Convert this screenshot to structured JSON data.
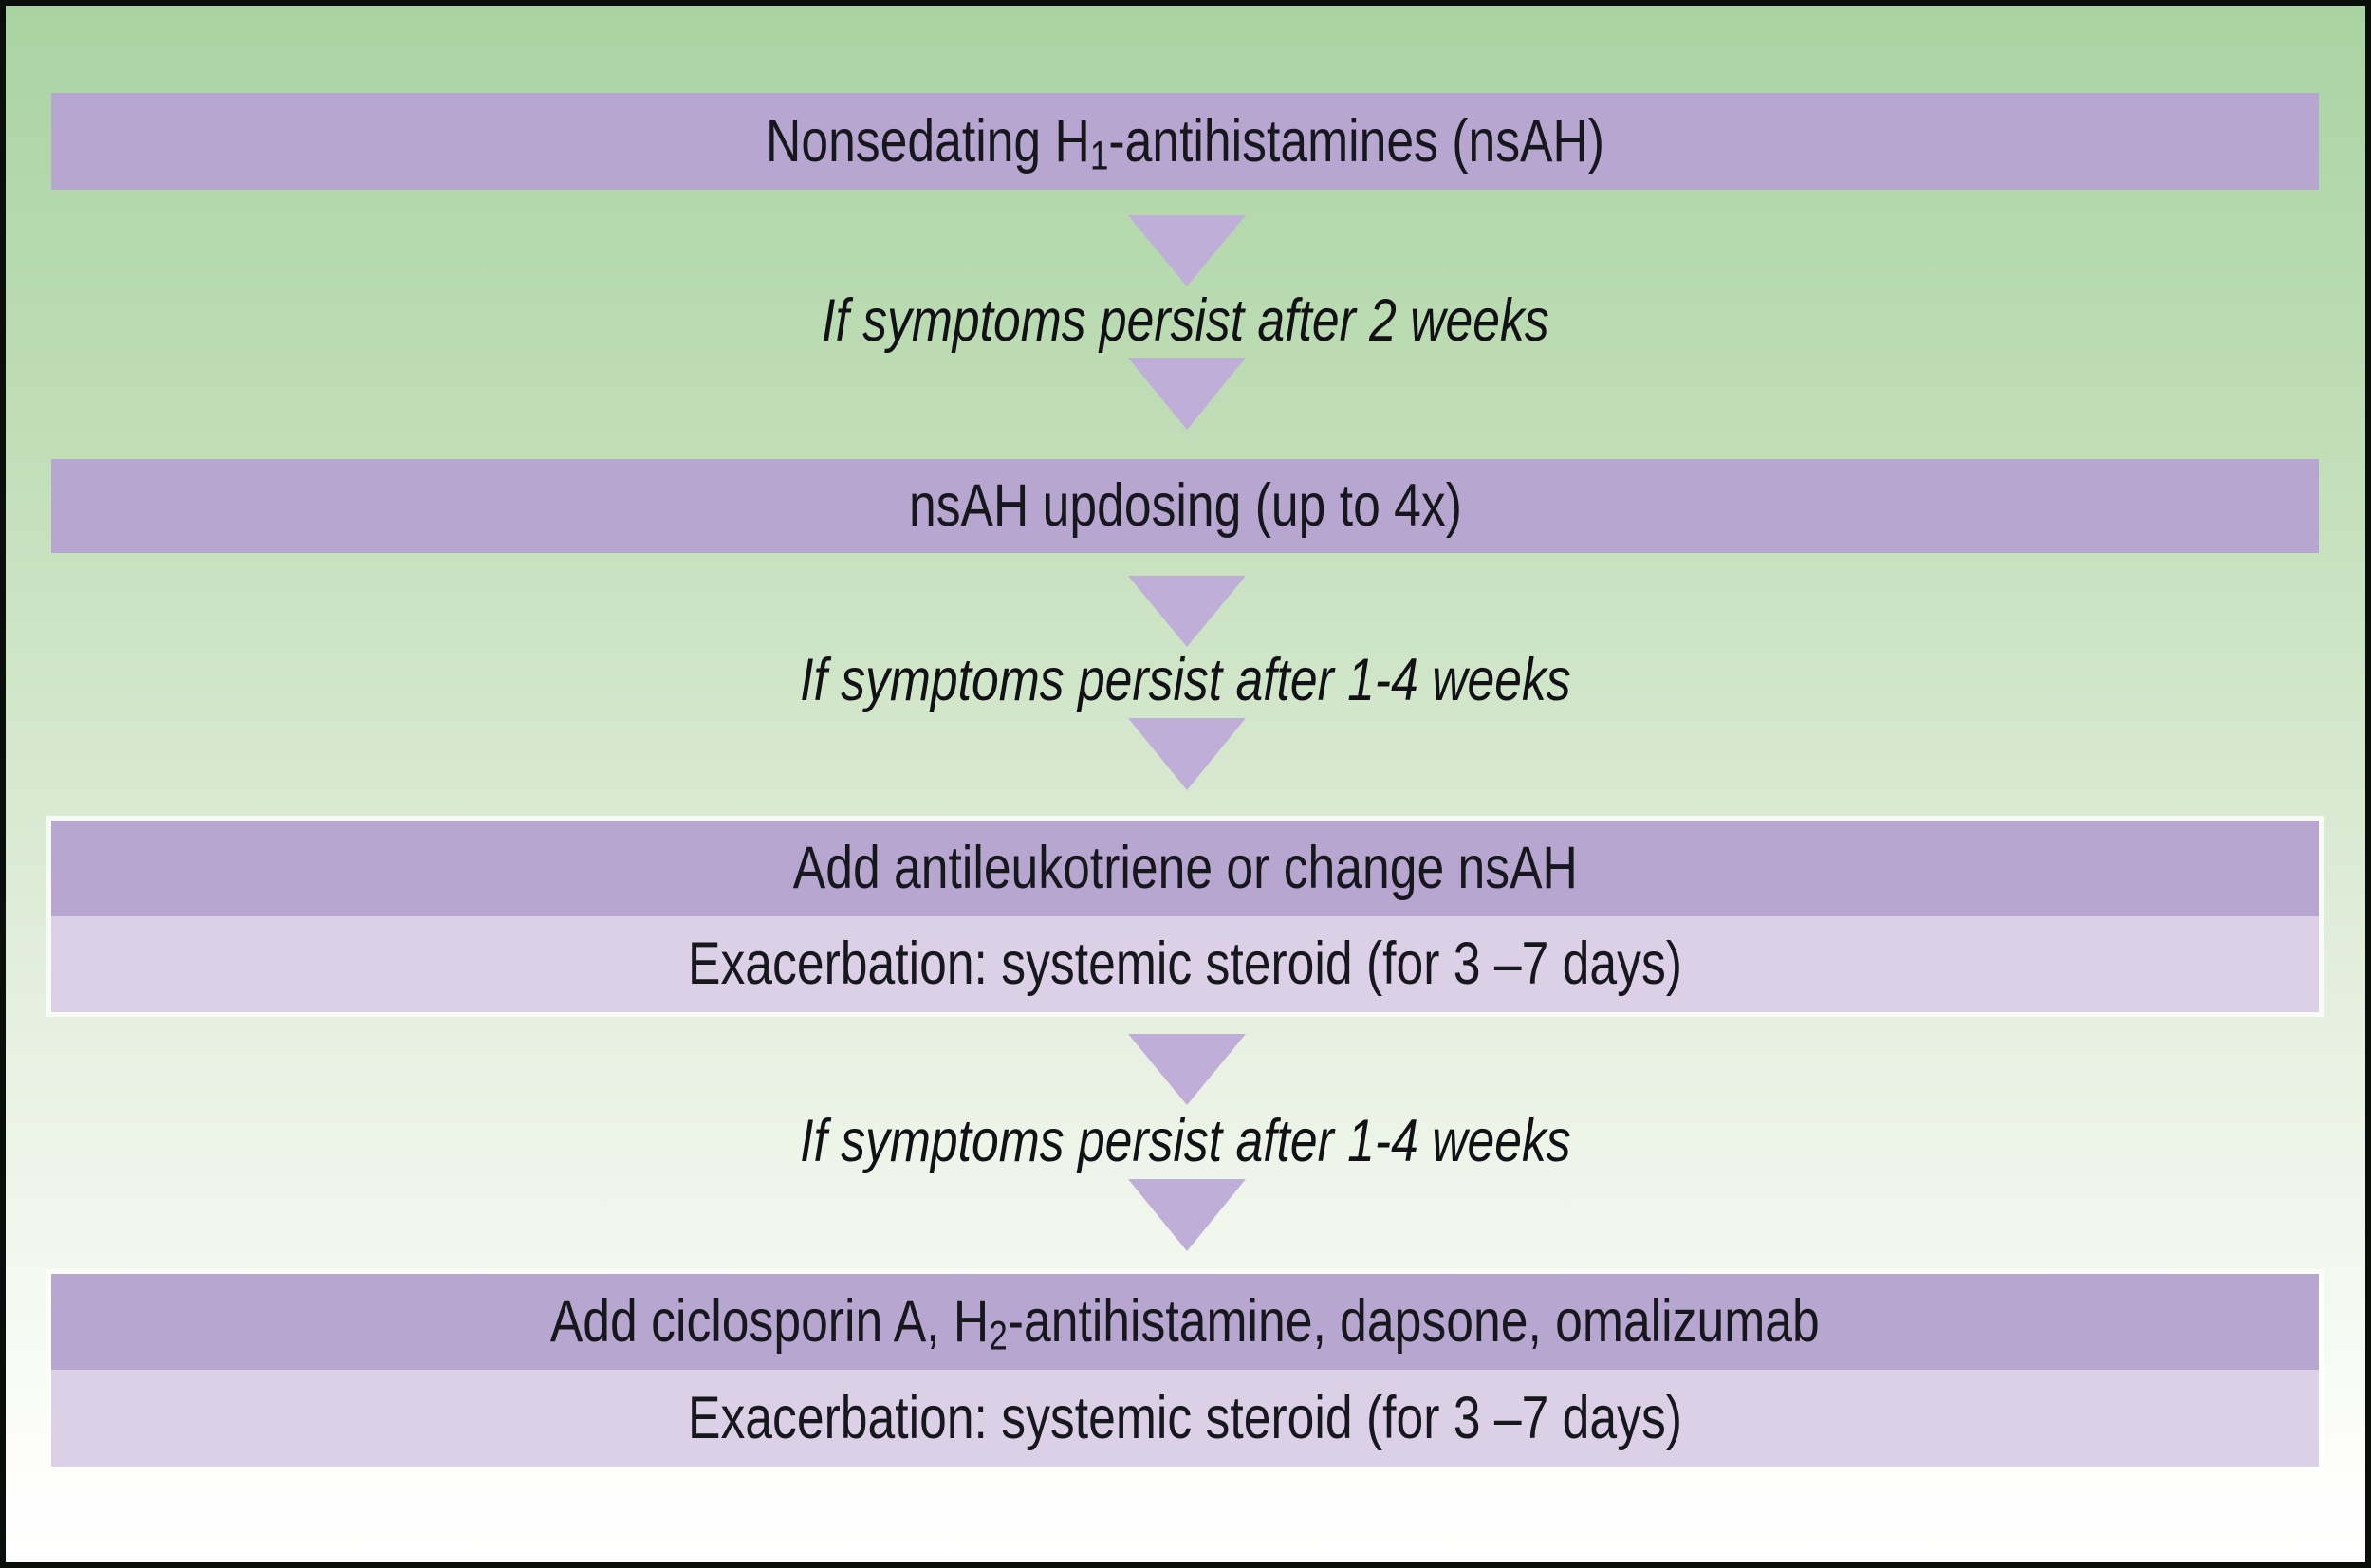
{
  "colors": {
    "bar_dark": "#b7a6cf",
    "bar_light": "#dbd0e6",
    "arrow": "#bfaed8",
    "bar_text": "#17171e",
    "connector_text": "#121216",
    "background_top": "#a9d3a1",
    "background_bottom": "#ffffff",
    "frame_border": "#0b0f0c"
  },
  "flow": {
    "steps": [
      {
        "rows": [
          {
            "emphasis": "dark",
            "text": "Nonsedating H₁-antihistamines (nsAH)"
          }
        ]
      },
      {
        "rows": [
          {
            "emphasis": "dark",
            "text": "nsAH updosing (up to 4x)"
          }
        ]
      },
      {
        "rows": [
          {
            "emphasis": "dark",
            "text": "Add antileukotriene or change nsAH"
          },
          {
            "emphasis": "light",
            "text": "Exacerbation: systemic steroid (for 3 –7 days)"
          }
        ]
      },
      {
        "rows": [
          {
            "emphasis": "dark",
            "text": "Add ciclosporin A, H₂-antihistamine, dapsone, omalizumab"
          },
          {
            "emphasis": "light",
            "text": "Exacerbation: systemic steroid (for 3 –7 days)"
          }
        ]
      }
    ],
    "connectors": [
      {
        "text": "If symptoms persist after 2 weeks"
      },
      {
        "text": "If symptoms persist after 1-4 weeks"
      },
      {
        "text": "If symptoms persist after 1-4 weeks"
      }
    ]
  }
}
